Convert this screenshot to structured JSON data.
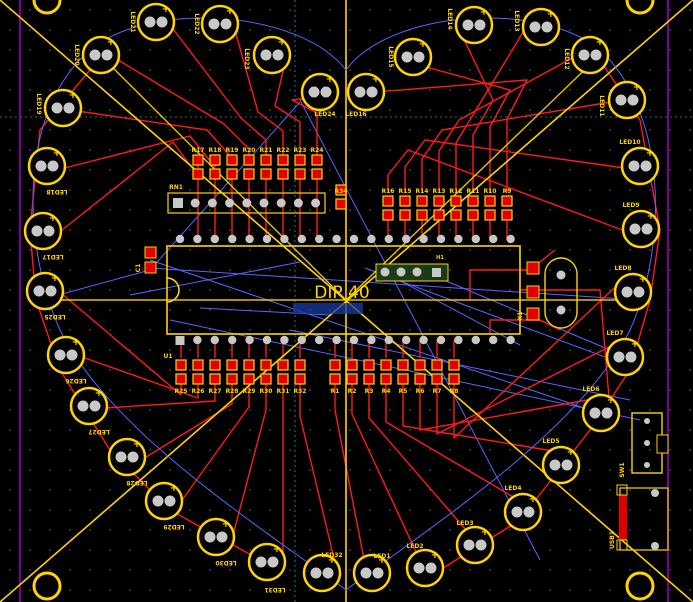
{
  "board": {
    "chip_label": "DIP 40",
    "ic_ref": "U1",
    "rn_ref": "RN1",
    "crystal_ref": "X1",
    "switch_ref": "SW1",
    "usb_ref": "USB1",
    "cap_ref": "C1",
    "header_ref": "H1",
    "r_extra": "R34",
    "r_top_left": [
      "R17",
      "R18",
      "R19",
      "R20",
      "R21",
      "R22",
      "R23",
      "R24"
    ],
    "r_top_right": [
      "R16",
      "R15",
      "R14",
      "R13",
      "R12",
      "R11",
      "R10",
      "R9"
    ],
    "r_bottom_left": [
      "R25",
      "R26",
      "R27",
      "R28",
      "R29",
      "R30",
      "R31",
      "R32"
    ],
    "r_bottom_right": [
      "R1",
      "R2",
      "R3",
      "R4",
      "R5",
      "R6",
      "R7",
      "R8"
    ],
    "leds": [
      "LED1",
      "LED2",
      "LED3",
      "LED4",
      "LED5",
      "LED6",
      "LED7",
      "LED8",
      "LED9",
      "LED10",
      "LED11",
      "LED12",
      "LED13",
      "LED14",
      "LED15",
      "LED16",
      "LED17",
      "LED18",
      "LED19",
      "LED20",
      "LED21",
      "LED22",
      "LED23",
      "LED24",
      "LED25",
      "LED26",
      "LED27",
      "LED28",
      "LED29",
      "LED30",
      "LED31",
      "LED32"
    ]
  },
  "colors": {
    "background": "#000000",
    "track": "#ff1a1a",
    "silkscreen": "#ffd400",
    "pad": "#c8c8c8",
    "ratsnest": "#5a64ff",
    "board_edge": "#a000c8",
    "grid": "#3a3a3a"
  }
}
